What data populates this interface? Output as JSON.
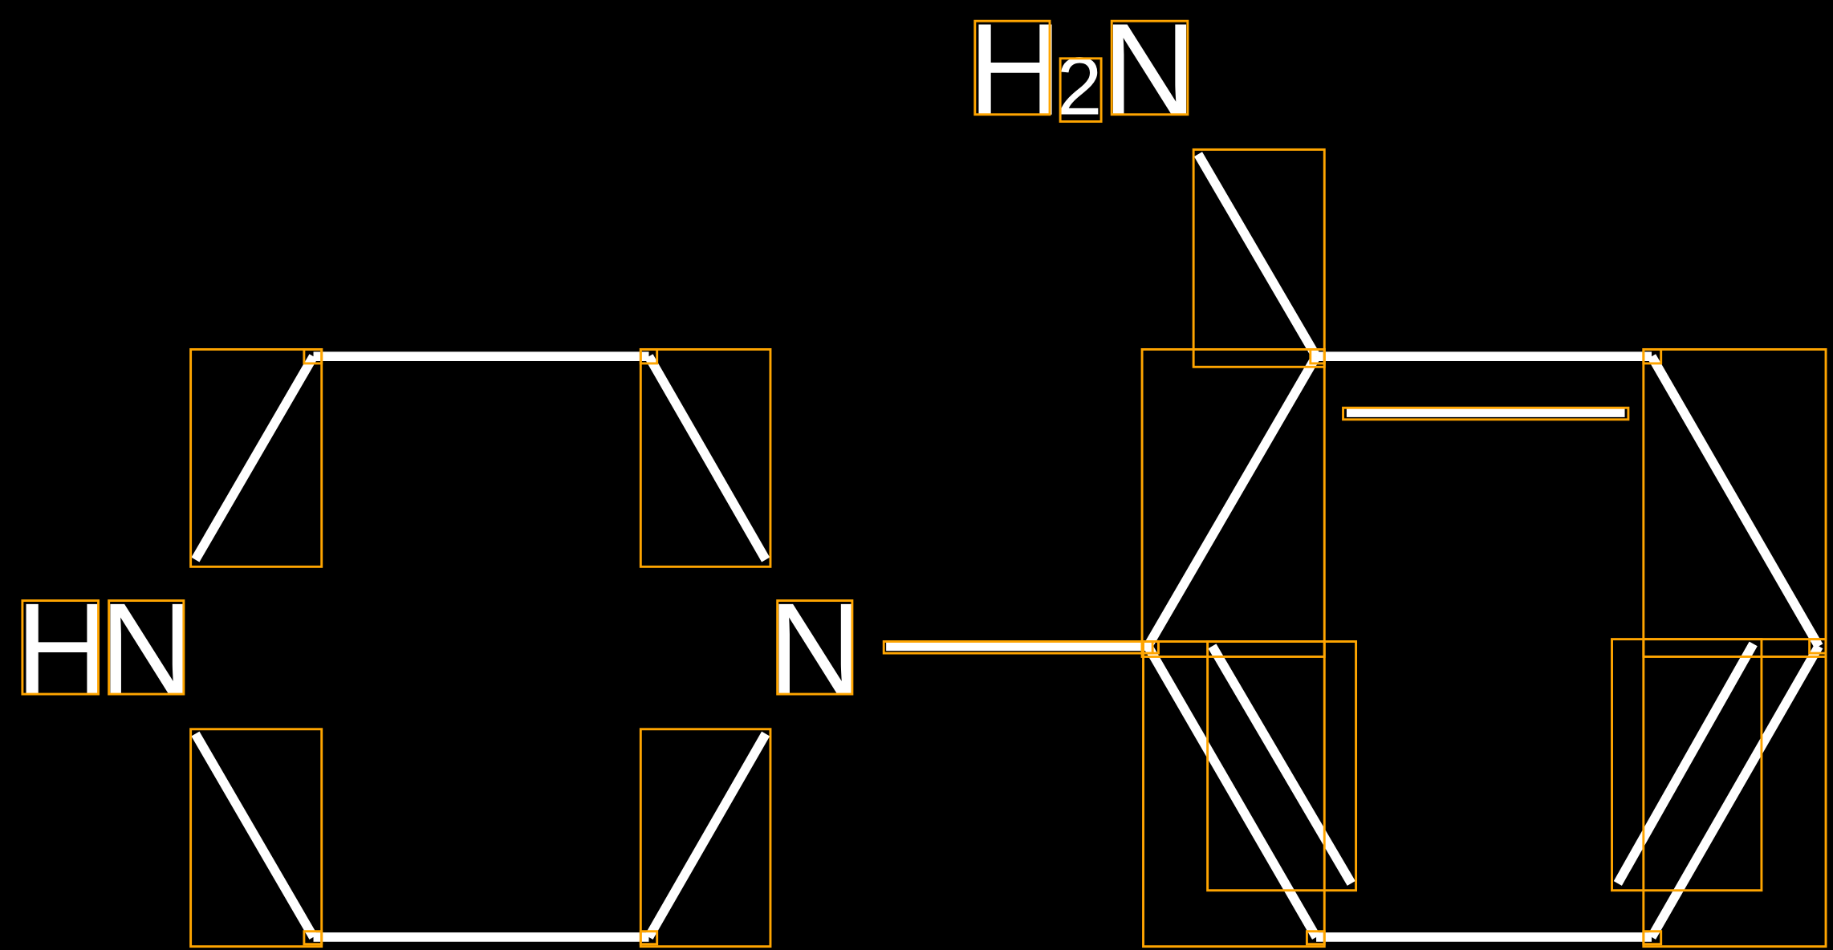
{
  "molecule": {
    "atoms": {
      "hn_h": "H",
      "hn_n": "N",
      "ring_n": "N",
      "amine_h": "H",
      "amine_sub": "2",
      "amine_n": "N"
    }
  },
  "colors": {
    "background": "#000000",
    "bond": "#ffffff",
    "bounding_box": "#FFA500"
  }
}
